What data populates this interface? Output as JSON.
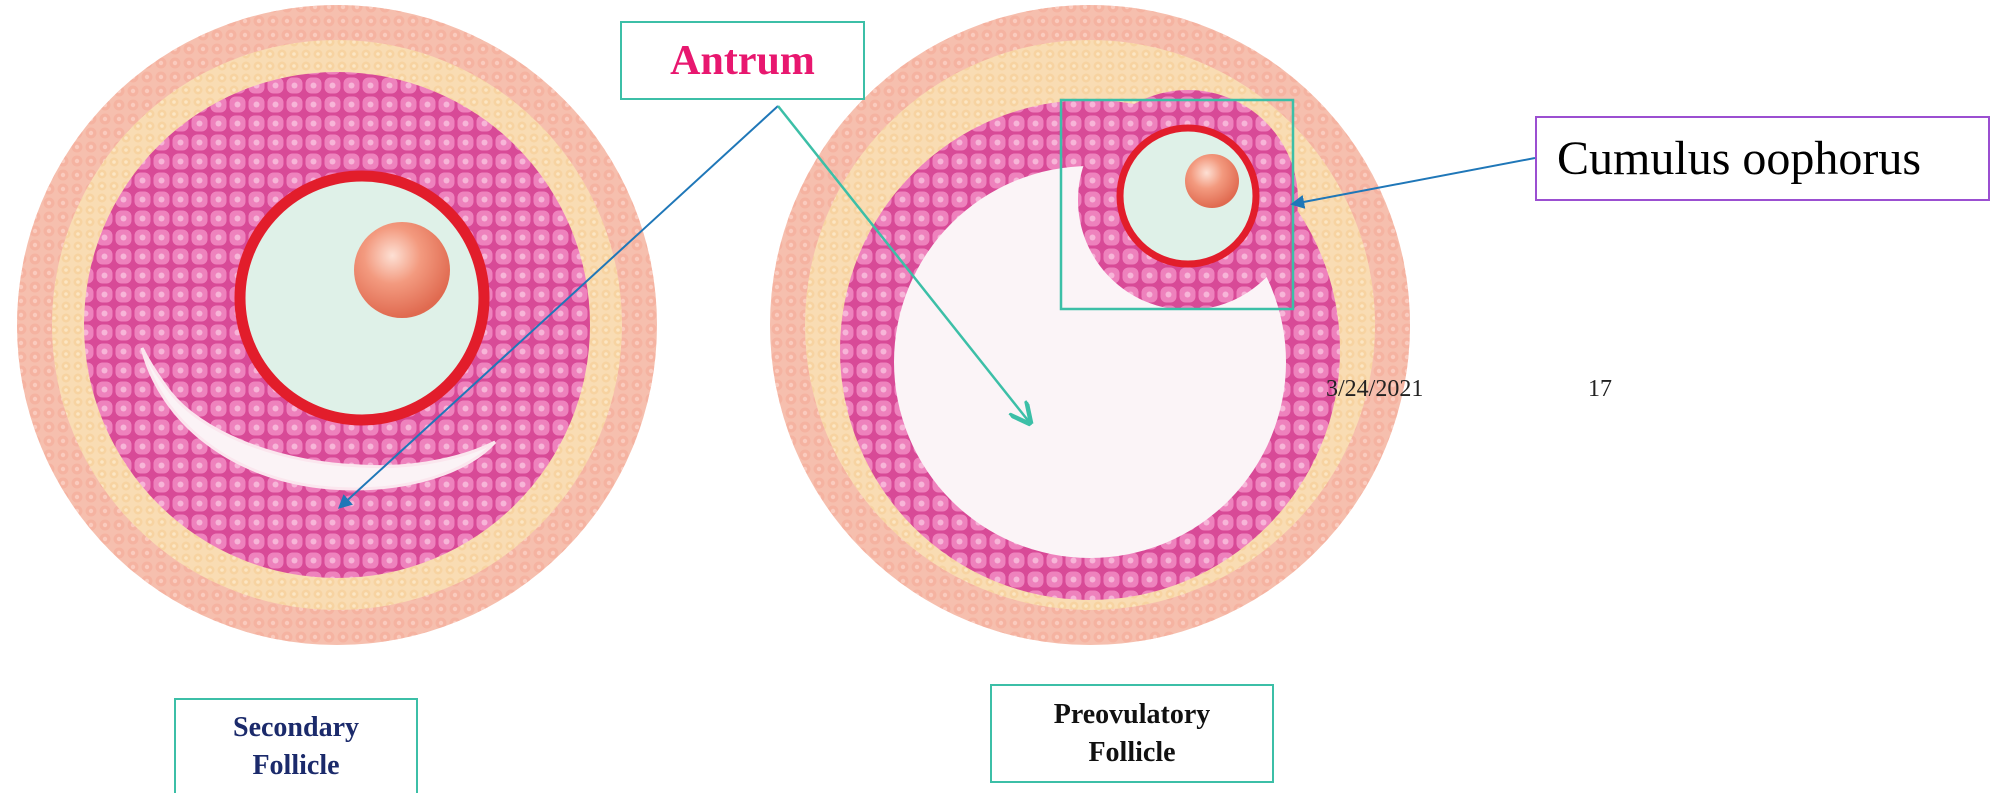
{
  "labels": {
    "antrum": "Antrum",
    "cumulus": "Cumulus oophorus",
    "secondary_line1": "Secondary",
    "secondary_line2": "Follicle",
    "preovulatory_line1": "Preovulatory",
    "preovulatory_line2": "Follicle"
  },
  "footer": {
    "date": "3/24/2021",
    "page": "17"
  },
  "colors": {
    "theca_outer": "#f6b9a8",
    "theca_inner": "#f9dcae",
    "granulosa": "#e0559f",
    "granulosa_cell": "#ee7fbb",
    "zona_pellucida": "#e21d2b",
    "oocyte": "#dff1e8",
    "nucleus": "#ee7a5e",
    "antrum_fluid": "#fbf3f6",
    "arrow_blue": "#1f77b8",
    "arrow_teal": "#3cbfa7",
    "antrum_label": "#e8176f",
    "cumulus_border": "#9b4fd1"
  }
}
